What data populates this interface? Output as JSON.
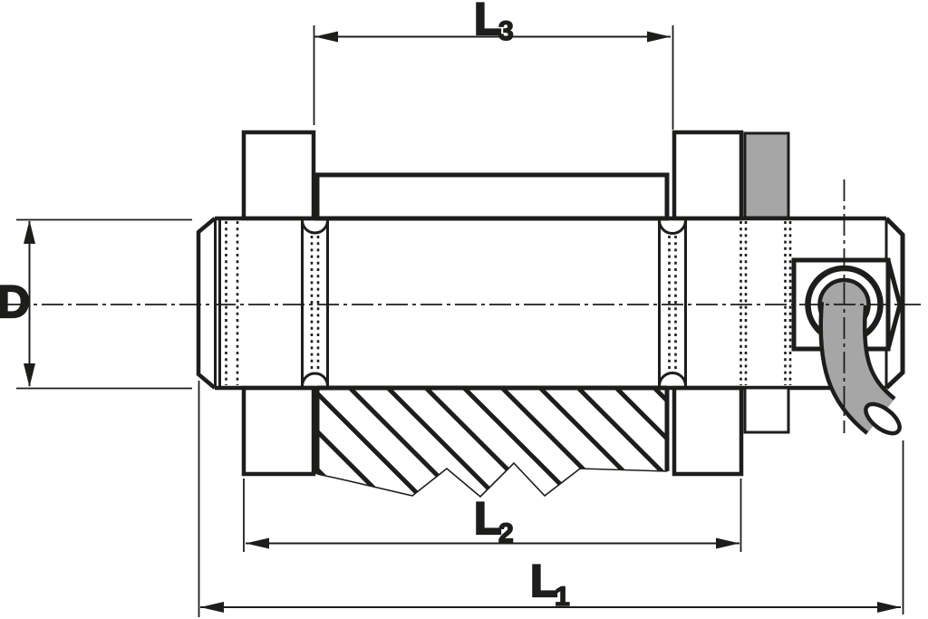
{
  "drawing_title": "load-pin-cross-section",
  "labels": {
    "D": {
      "letter": "D",
      "sub": ""
    },
    "L3": {
      "letter": "L",
      "sub": "3"
    },
    "L2": {
      "letter": "L",
      "sub": "2"
    },
    "L1": {
      "letter": "L",
      "sub": "1"
    }
  },
  "colors": {
    "line": "#1d1d1b",
    "gray": "#a6a6a6",
    "background": "#ffffff"
  }
}
